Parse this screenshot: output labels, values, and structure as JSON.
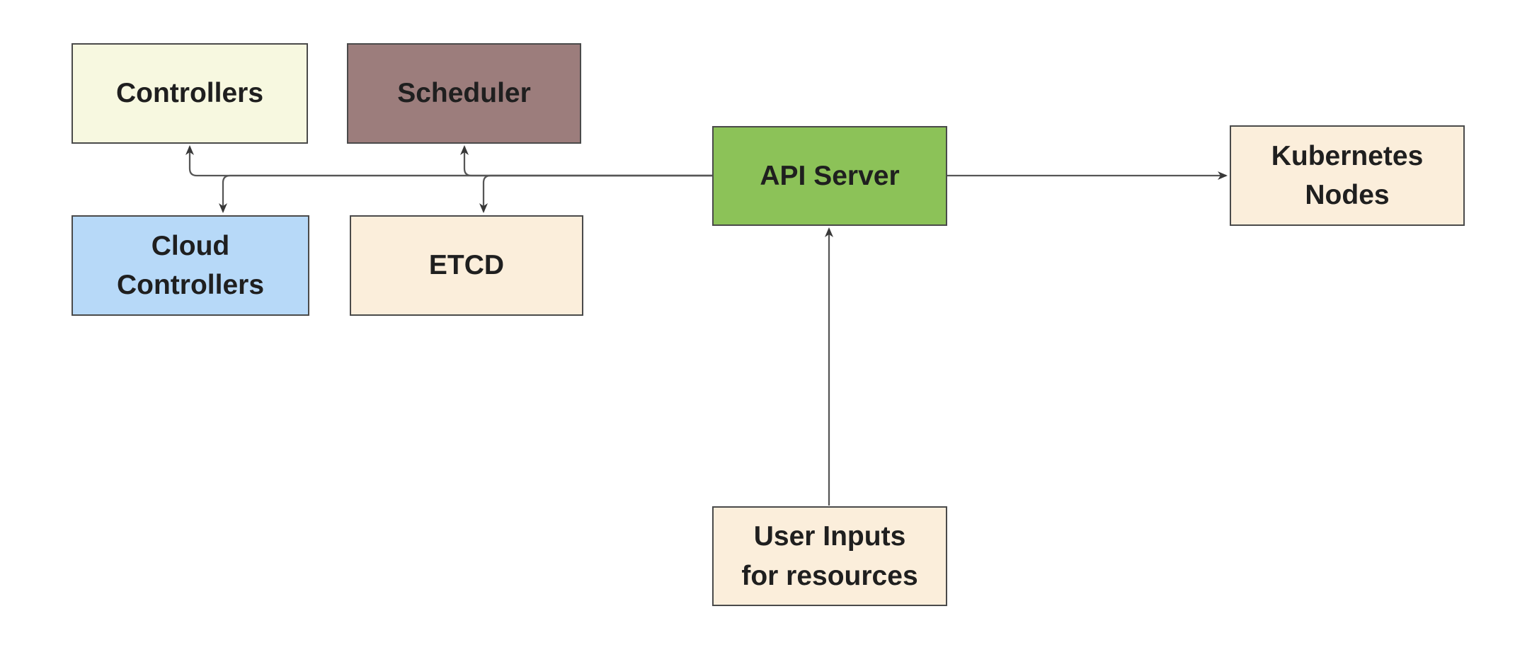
{
  "diagram": {
    "type": "flowchart",
    "description": "Kubernetes control plane architecture diagram",
    "colors": {
      "background": "#FFFFFF",
      "node_border": "#4A4A4A",
      "edge_stroke": "#565656",
      "arrowhead": "#383838",
      "text": "#1F1F1F"
    },
    "nodes": [
      {
        "id": "controllers",
        "lines": [
          "Controllers"
        ],
        "fill": "#F7F8E0"
      },
      {
        "id": "scheduler",
        "lines": [
          "Scheduler"
        ],
        "fill": "#9C7D7C"
      },
      {
        "id": "api-server",
        "lines": [
          "API Server"
        ],
        "fill": "#8CC258"
      },
      {
        "id": "kubernetes-nodes",
        "lines": [
          "Kubernetes",
          "Nodes"
        ],
        "fill": "#FBEEDB"
      },
      {
        "id": "cloud-controllers",
        "lines": [
          "Cloud",
          "Controllers"
        ],
        "fill": "#B7D9F8"
      },
      {
        "id": "etcd",
        "lines": [
          "ETCD"
        ],
        "fill": "#FBEEDB"
      },
      {
        "id": "user-inputs",
        "lines": [
          "User Inputs",
          "for resources"
        ],
        "fill": "#FBEEDB"
      }
    ],
    "edges": [
      {
        "from": "api-server",
        "to": "controllers",
        "arrow_at": "controllers"
      },
      {
        "from": "api-server",
        "to": "cloud-controllers",
        "arrow_at": "cloud-controllers"
      },
      {
        "from": "api-server",
        "to": "scheduler",
        "arrow_at": "scheduler"
      },
      {
        "from": "api-server",
        "to": "etcd",
        "arrow_at": "etcd"
      },
      {
        "from": "api-server",
        "to": "kubernetes-nodes",
        "arrow_at": "kubernetes-nodes"
      },
      {
        "from": "user-inputs",
        "to": "api-server",
        "arrow_at": "api-server"
      }
    ]
  }
}
